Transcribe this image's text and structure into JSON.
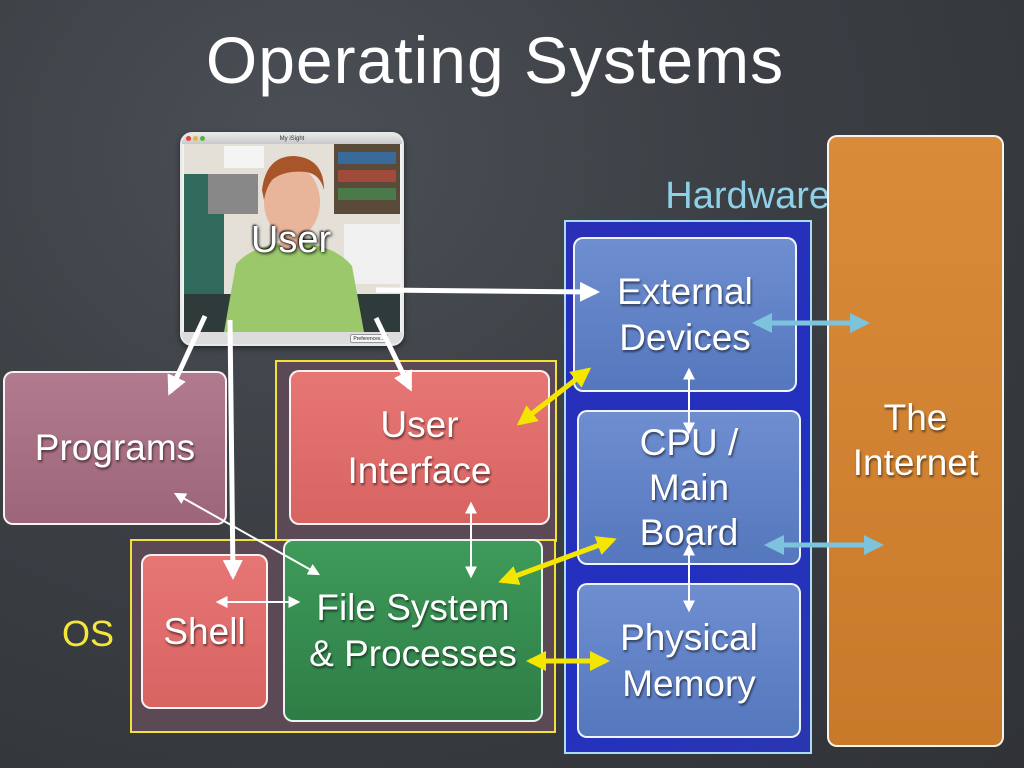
{
  "slide": {
    "title": "Operating Systems"
  },
  "user": {
    "label": "User",
    "webcam_window_title": "My iSight",
    "webcam_button": "Preferences..."
  },
  "nodes": {
    "programs": "Programs",
    "user_interface": "User\nInterface",
    "shell": "Shell",
    "file_system": "File System\n& Processes",
    "external_devices": "External\nDevices",
    "cpu": "CPU /\nMain\nBoard",
    "physical_memory": "Physical\nMemory",
    "internet": "The\nInternet"
  },
  "groups": {
    "os_label": "OS",
    "hardware_label": "Hardware"
  },
  "colors": {
    "background": "#3b3f44",
    "programs": "#a86f84",
    "os_red": "#e06e6c",
    "os_green": "#379050",
    "hardware_box": "#6283c8",
    "hardware_frame": "#2a30b8",
    "internet": "#d1832f",
    "os_border": "#f3e03a",
    "hardware_label": "#8fd0e6",
    "arrow_white": "#ffffff",
    "arrow_yellow": "#f5e600",
    "arrow_blue": "#7ec3dc"
  }
}
